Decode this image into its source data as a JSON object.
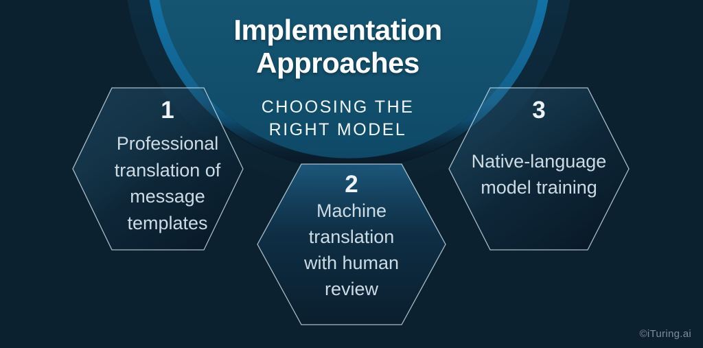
{
  "header": {
    "title_line1": "Implementation",
    "title_line2": "Approaches",
    "subtitle_line1": "CHOOSING THE",
    "subtitle_line2": "RIGHT MODEL"
  },
  "hexagons": [
    {
      "number": "1",
      "lines": [
        "Professional",
        "translation of",
        "message",
        "templates"
      ]
    },
    {
      "number": "2",
      "lines": [
        "Machine",
        "translation",
        "with human",
        "review"
      ]
    },
    {
      "number": "3",
      "lines": [
        "Native-language",
        "model training"
      ]
    }
  ],
  "watermark": "©iTuring.ai",
  "colors": {
    "background": "#0c212f",
    "circle_fill": "#11506c",
    "circle_rim": "#1371a4",
    "hexagon_border": "#d2e4ee",
    "title_text": "#fdfeff",
    "body_text": "#ccdbe4",
    "watermark_text": "#7e8d98"
  }
}
